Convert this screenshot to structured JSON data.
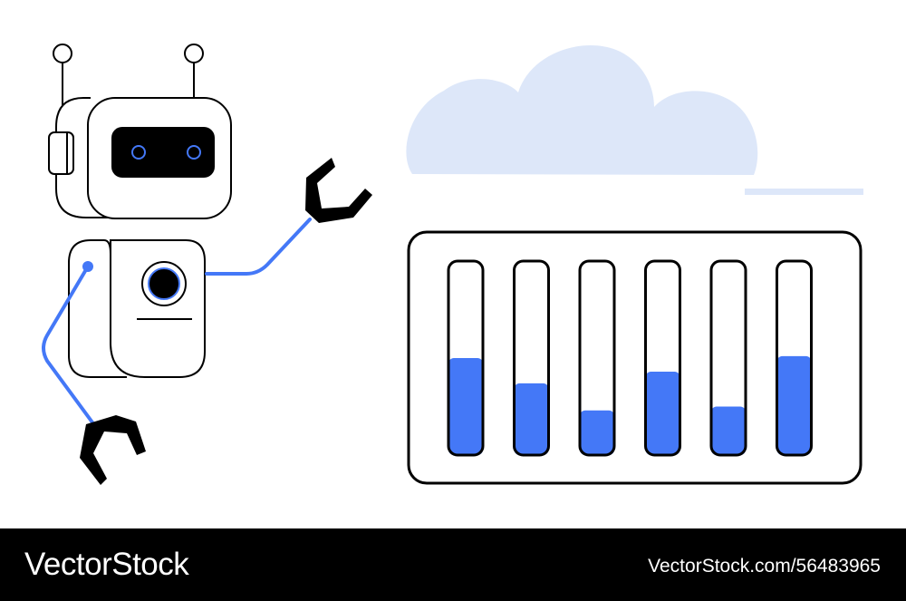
{
  "footer": {
    "brand": "VectorStock",
    "credit": "VectorStock.com/56483965"
  },
  "colors": {
    "accent": "#4478F7",
    "cloud": "#DDE7F9",
    "outline": "#000000",
    "background": "#FFFFFF"
  },
  "icons": [
    "robot-icon",
    "cloud-icon",
    "sliders-panel-icon"
  ],
  "levels": [
    0.5,
    0.37,
    0.23,
    0.43,
    0.25,
    0.51
  ]
}
